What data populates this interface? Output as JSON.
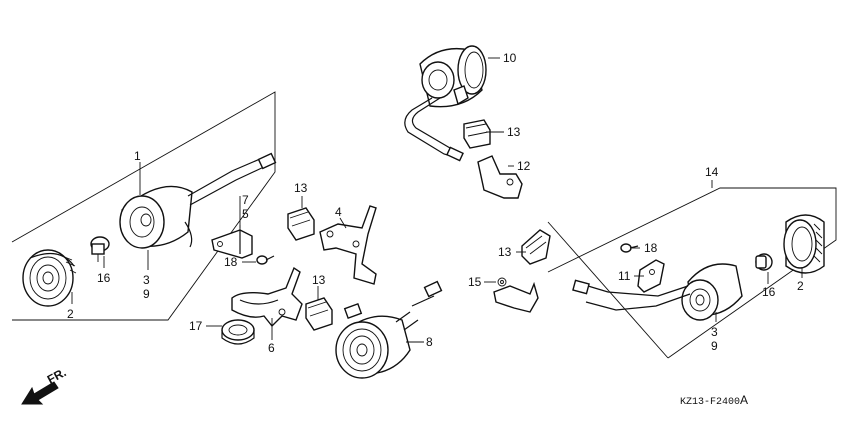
{
  "callouts": {
    "c1": "1",
    "c2a": "2",
    "c16a": "16",
    "c3a": "3",
    "c9a": "9",
    "c13a": "13",
    "c7": "7",
    "c5": "5",
    "c18a": "18",
    "c4": "4",
    "c13b": "13",
    "c17": "17",
    "c6": "6",
    "c8": "8",
    "c10": "10",
    "c13c": "13",
    "c12": "12",
    "c13d": "13",
    "c15": "15",
    "c14": "14",
    "c18b": "18",
    "c11": "11",
    "c2b": "2",
    "c16b": "16",
    "c3b": "3",
    "c9b": "9"
  },
  "direction_label": "FR.",
  "diagram_code": "KZ13-F2400",
  "diagram_code_suffix": "A"
}
